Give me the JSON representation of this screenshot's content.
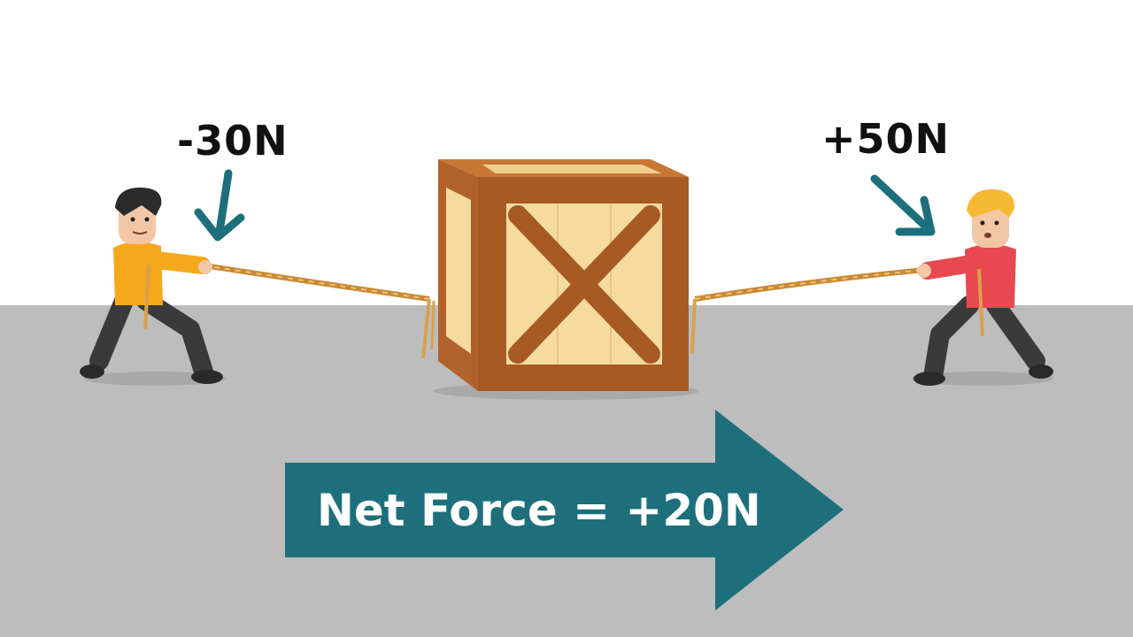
{
  "forces": {
    "left_label": "-30N",
    "right_label": "+50N",
    "net_label": "Net Force = +20N"
  },
  "colors": {
    "arrow": "#1d6f7c",
    "ground": "#bdbdbd",
    "sky": "#ffffff",
    "crate_dark": "#a85a23",
    "crate_light": "#f5dba0",
    "rope": "#d9a14c",
    "left_person_shirt": "#f5a81c",
    "right_person_shirt": "#e8484f"
  },
  "icons": [
    "left-person-icon",
    "right-person-icon",
    "crate-icon",
    "rope-icon",
    "force-pointer-icon",
    "net-force-arrow-icon"
  ]
}
